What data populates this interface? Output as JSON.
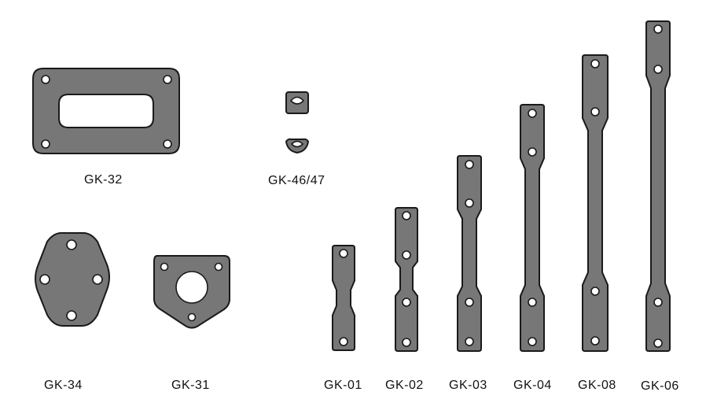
{
  "gaskets": [
    {
      "id": "gk32",
      "label": "GK-32"
    },
    {
      "id": "gk4647",
      "label": "GK-46/47"
    },
    {
      "id": "gk34",
      "label": "GK-34"
    },
    {
      "id": "gk31",
      "label": "GK-31"
    },
    {
      "id": "gk01",
      "label": "GK-01"
    },
    {
      "id": "gk02",
      "label": "GK-02"
    },
    {
      "id": "gk03",
      "label": "GK-03"
    },
    {
      "id": "gk04",
      "label": "GK-04"
    },
    {
      "id": "gk08",
      "label": "GK-08"
    },
    {
      "id": "gk06",
      "label": "GK-06"
    }
  ],
  "colors": {
    "fill": "#777777",
    "outline": "#1a1a1a",
    "background": "#ffffff"
  }
}
